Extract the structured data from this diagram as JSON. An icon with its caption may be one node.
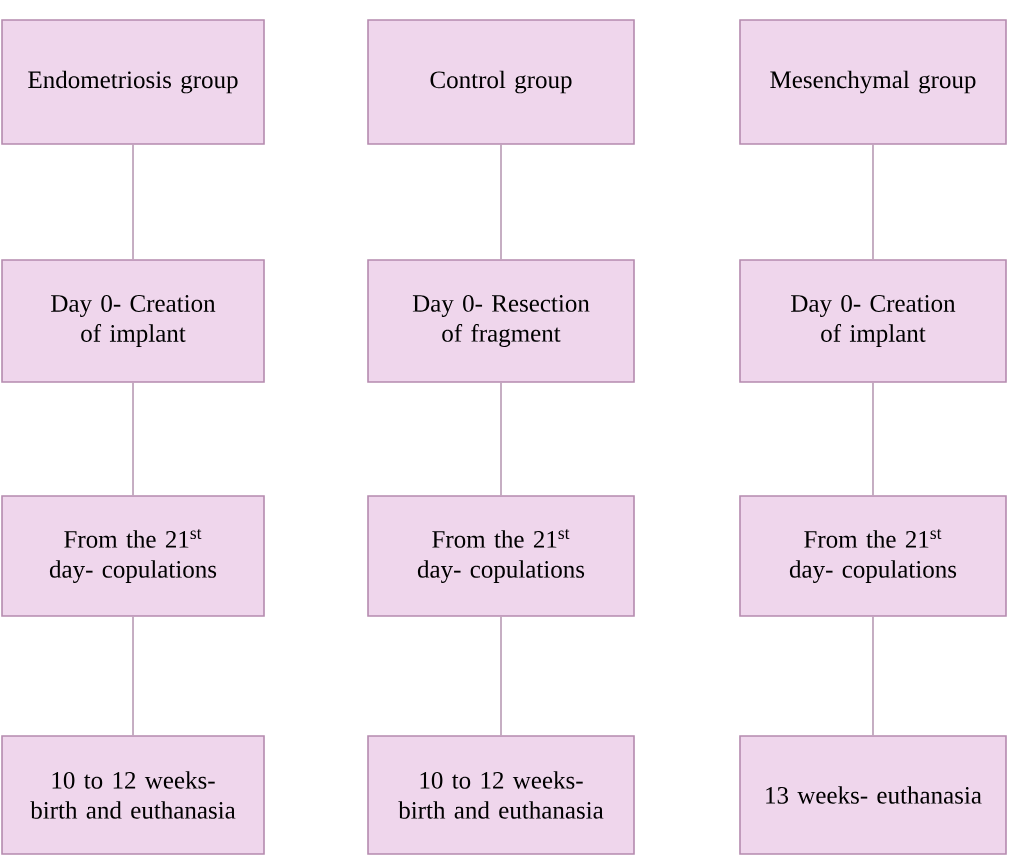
{
  "diagram": {
    "nodes": [
      {
        "text": [
          "Endometriosis group"
        ]
      },
      {
        "text": [
          "Control group"
        ]
      },
      {
        "text": [
          "Mesenchymal group"
        ]
      },
      {
        "text": [
          "Day 0- Creation of implant"
        ]
      },
      {
        "text": [
          "Day 0- Resection of fragment"
        ]
      },
      {
        "text": [
          "Day 0- Creation of implant"
        ]
      },
      {
        "text": [
          "From the 21$^{st}$ day- copulations"
        ]
      },
      {
        "text": [
          "From the 21$^{st}$ day- copulations"
        ]
      },
      {
        "text": [
          "From the 21$^{st}$ day- copulations"
        ]
      },
      {
        "text": [
          "10 to 12 weeks- birth and euthanasia"
        ]
      },
      {
        "text": [
          "10 to 12 weeks- birth and euthanasia"
        ]
      },
      {
        "text": [
          "13 weeks- euthanasia"
        ]
      }
    ],
    "edges": [
      {
        "from": 0,
        "to": 3,
        "arrow": "none"
      },
      {
        "from": 3,
        "to": 6,
        "arrow": "none"
      },
      {
        "from": 6,
        "to": 9,
        "arrow": "none"
      },
      {
        "from": 1,
        "to": 4,
        "arrow": "none"
      },
      {
        "from": 4,
        "to": 7,
        "arrow": "none"
      },
      {
        "from": 7,
        "to": 10,
        "arrow": "none"
      },
      {
        "from": 2,
        "to": 5,
        "arrow": "none"
      },
      {
        "from": 5,
        "to": 8,
        "arrow": "none"
      },
      {
        "from": 8,
        "to": 11,
        "arrow": "none"
      }
    ]
  }
}
